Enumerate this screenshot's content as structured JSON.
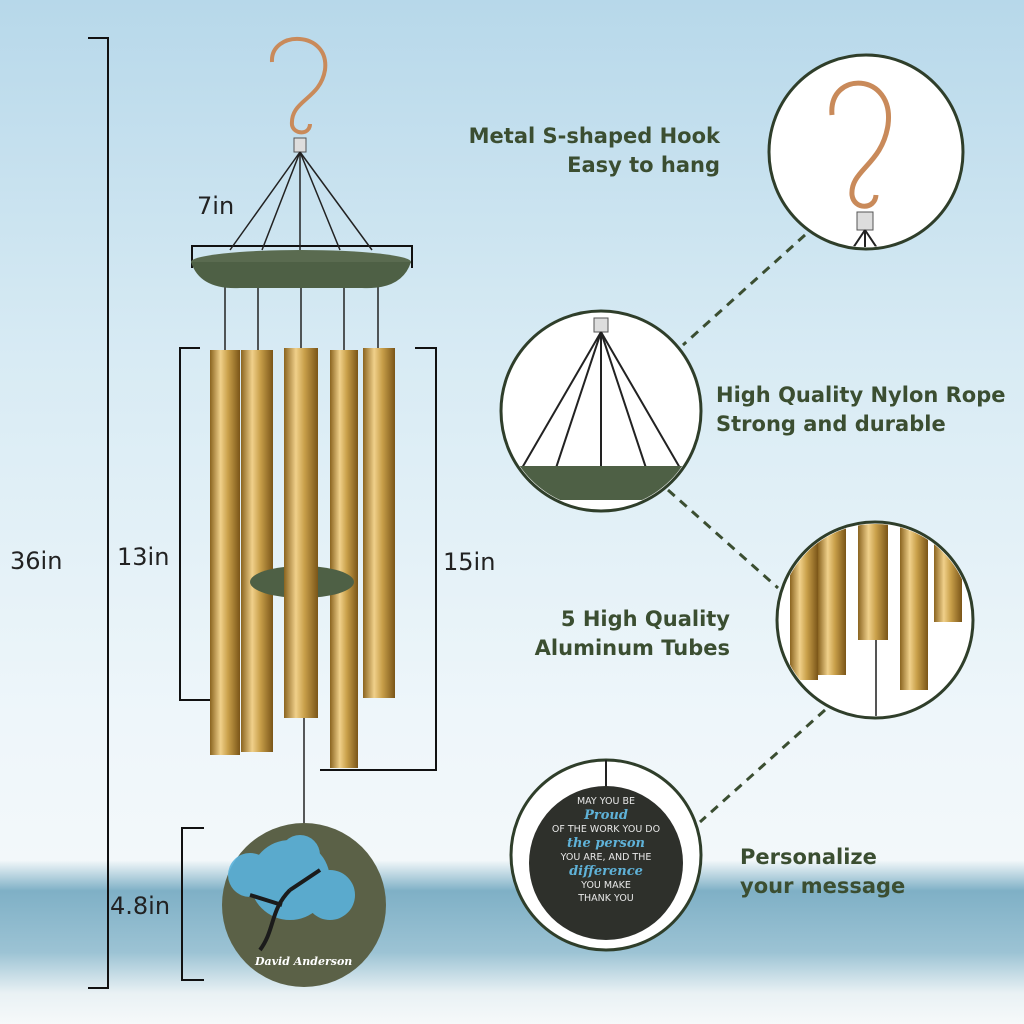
{
  "dimensions": {
    "overall": "36in",
    "plate": "7in",
    "short_tube": "13in",
    "long_tube": "15in",
    "sail": "4.8in"
  },
  "features": [
    {
      "line1": "Metal S-shaped Hook",
      "line2": "Easy to hang"
    },
    {
      "line1": "High Quality Nylon Rope",
      "line2": "Strong and durable"
    },
    {
      "line1": "5 High Quality",
      "line2": "Aluminum Tubes"
    },
    {
      "line1": "Personalize",
      "line2": "your message"
    }
  ],
  "sail_name": "David Anderson",
  "message": [
    "MAY YOU BE",
    "Proud",
    "OF THE WORK YOU DO",
    "the person",
    "YOU ARE, AND THE",
    "difference",
    "YOU MAKE",
    "THANK YOU"
  ],
  "colors": {
    "text": "#3b4e31",
    "green": "#4e6045",
    "gold": "#c9a04a"
  }
}
